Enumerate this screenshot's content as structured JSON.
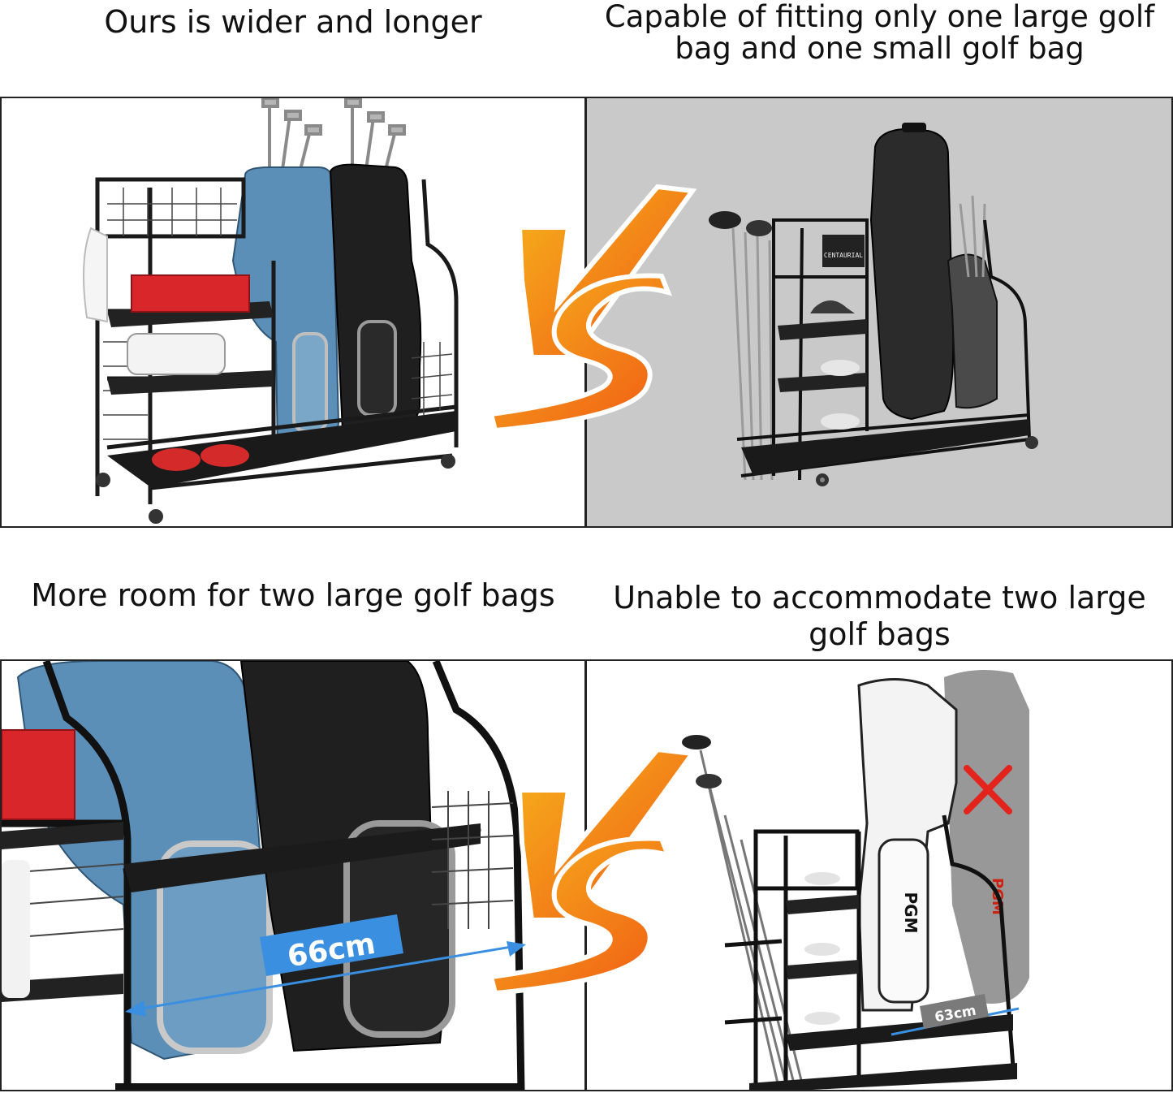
{
  "headings": {
    "ours_wider": "Ours is wider and longer",
    "competitor_capacity": "Capable of fitting only one large golf bag and one small golf bag",
    "ours_room": "More room for two large golf bags",
    "competitor_unable": "Unable to accommodate two large golf bags"
  },
  "labels": {
    "vs": "VS",
    "competitor_brand": "CENTAURIAL",
    "ours_width": "66cm",
    "competitor_width": "63cm",
    "competitor_bag_brand_1": "PGM",
    "competitor_bag_brand_2": "PGM"
  },
  "colors": {
    "blue_bag": "#5b8fb8",
    "black_bag": "#1f1f1f",
    "rack_frame": "#1a1a1a",
    "vs_orange": "#f07a1a",
    "vs_yellow": "#f6b21c",
    "measure_blue": "#3a8fe0",
    "red_x": "#e3241c",
    "red_box": "#d9262b",
    "competitor_bg": "#c9c9c9"
  }
}
